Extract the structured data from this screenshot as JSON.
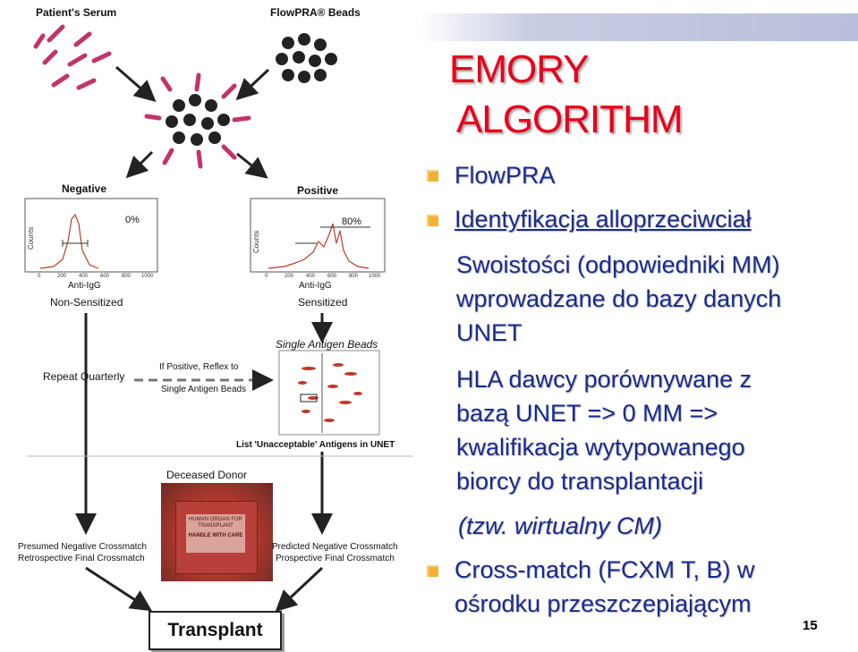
{
  "slide": {
    "title_line1": "EMORY",
    "title_line2": "ALGORITHM",
    "bullets": [
      {
        "text": "FlowPRA"
      },
      {
        "text": "Identyfikacja alloprzeciwciał"
      }
    ],
    "sub_text_1": [
      "Swoistości  (odpowiedniki MM)",
      "wprowadzane do bazy danych",
      "UNET"
    ],
    "sub_text_2": [
      "HLA dawcy porównywane z",
      "bazą UNET => 0 MM =>",
      "kwalifikacja wytypowanego",
      "biorcy do transplantacji"
    ],
    "sub_text_3": "(tzw. wirtualny CM)",
    "bullet3": [
      "Cross-match (FCXM T, B) w",
      "ośrodku przeszczepiającym"
    ],
    "page_number": "15"
  },
  "diagram": {
    "patients_serum": "Patient's Serum",
    "flowpra_beads": "FlowPRA® Beads",
    "negative": "Negative",
    "positive": "Positive",
    "neg_percent": "0%",
    "pos_percent": "80%",
    "counts": "Counts",
    "anti_igg": "Anti-IgG",
    "non_sensitized": "Non-Sensitized",
    "sensitized": "Sensitized",
    "single_antigen_beads_title": "Single Antigen Beads",
    "repeat_quarterly": "Repeat Quarterly",
    "if_positive_1": "If Positive, Reflex to",
    "if_positive_2": "Single Antigen Beads",
    "list_unacceptable": "List 'Unacceptable' Antigens in UNET",
    "deceased_donor": "Deceased Donor",
    "donor_box_label": "HUMAN ORGAN FOR TRANSPLANT",
    "donor_box_label2": "HANDLE WITH CARE",
    "presumed_1": "Presumed Negative Crossmatch",
    "presumed_2": "Retrospective Final Crossmatch",
    "predicted_1": "Predicted Negative Crossmatch",
    "predicted_2": "Prospective Final Crossmatch",
    "transplant": "Transplant",
    "x_ticks": [
      "0",
      "200",
      "400",
      "600",
      "800",
      "1000"
    ]
  }
}
